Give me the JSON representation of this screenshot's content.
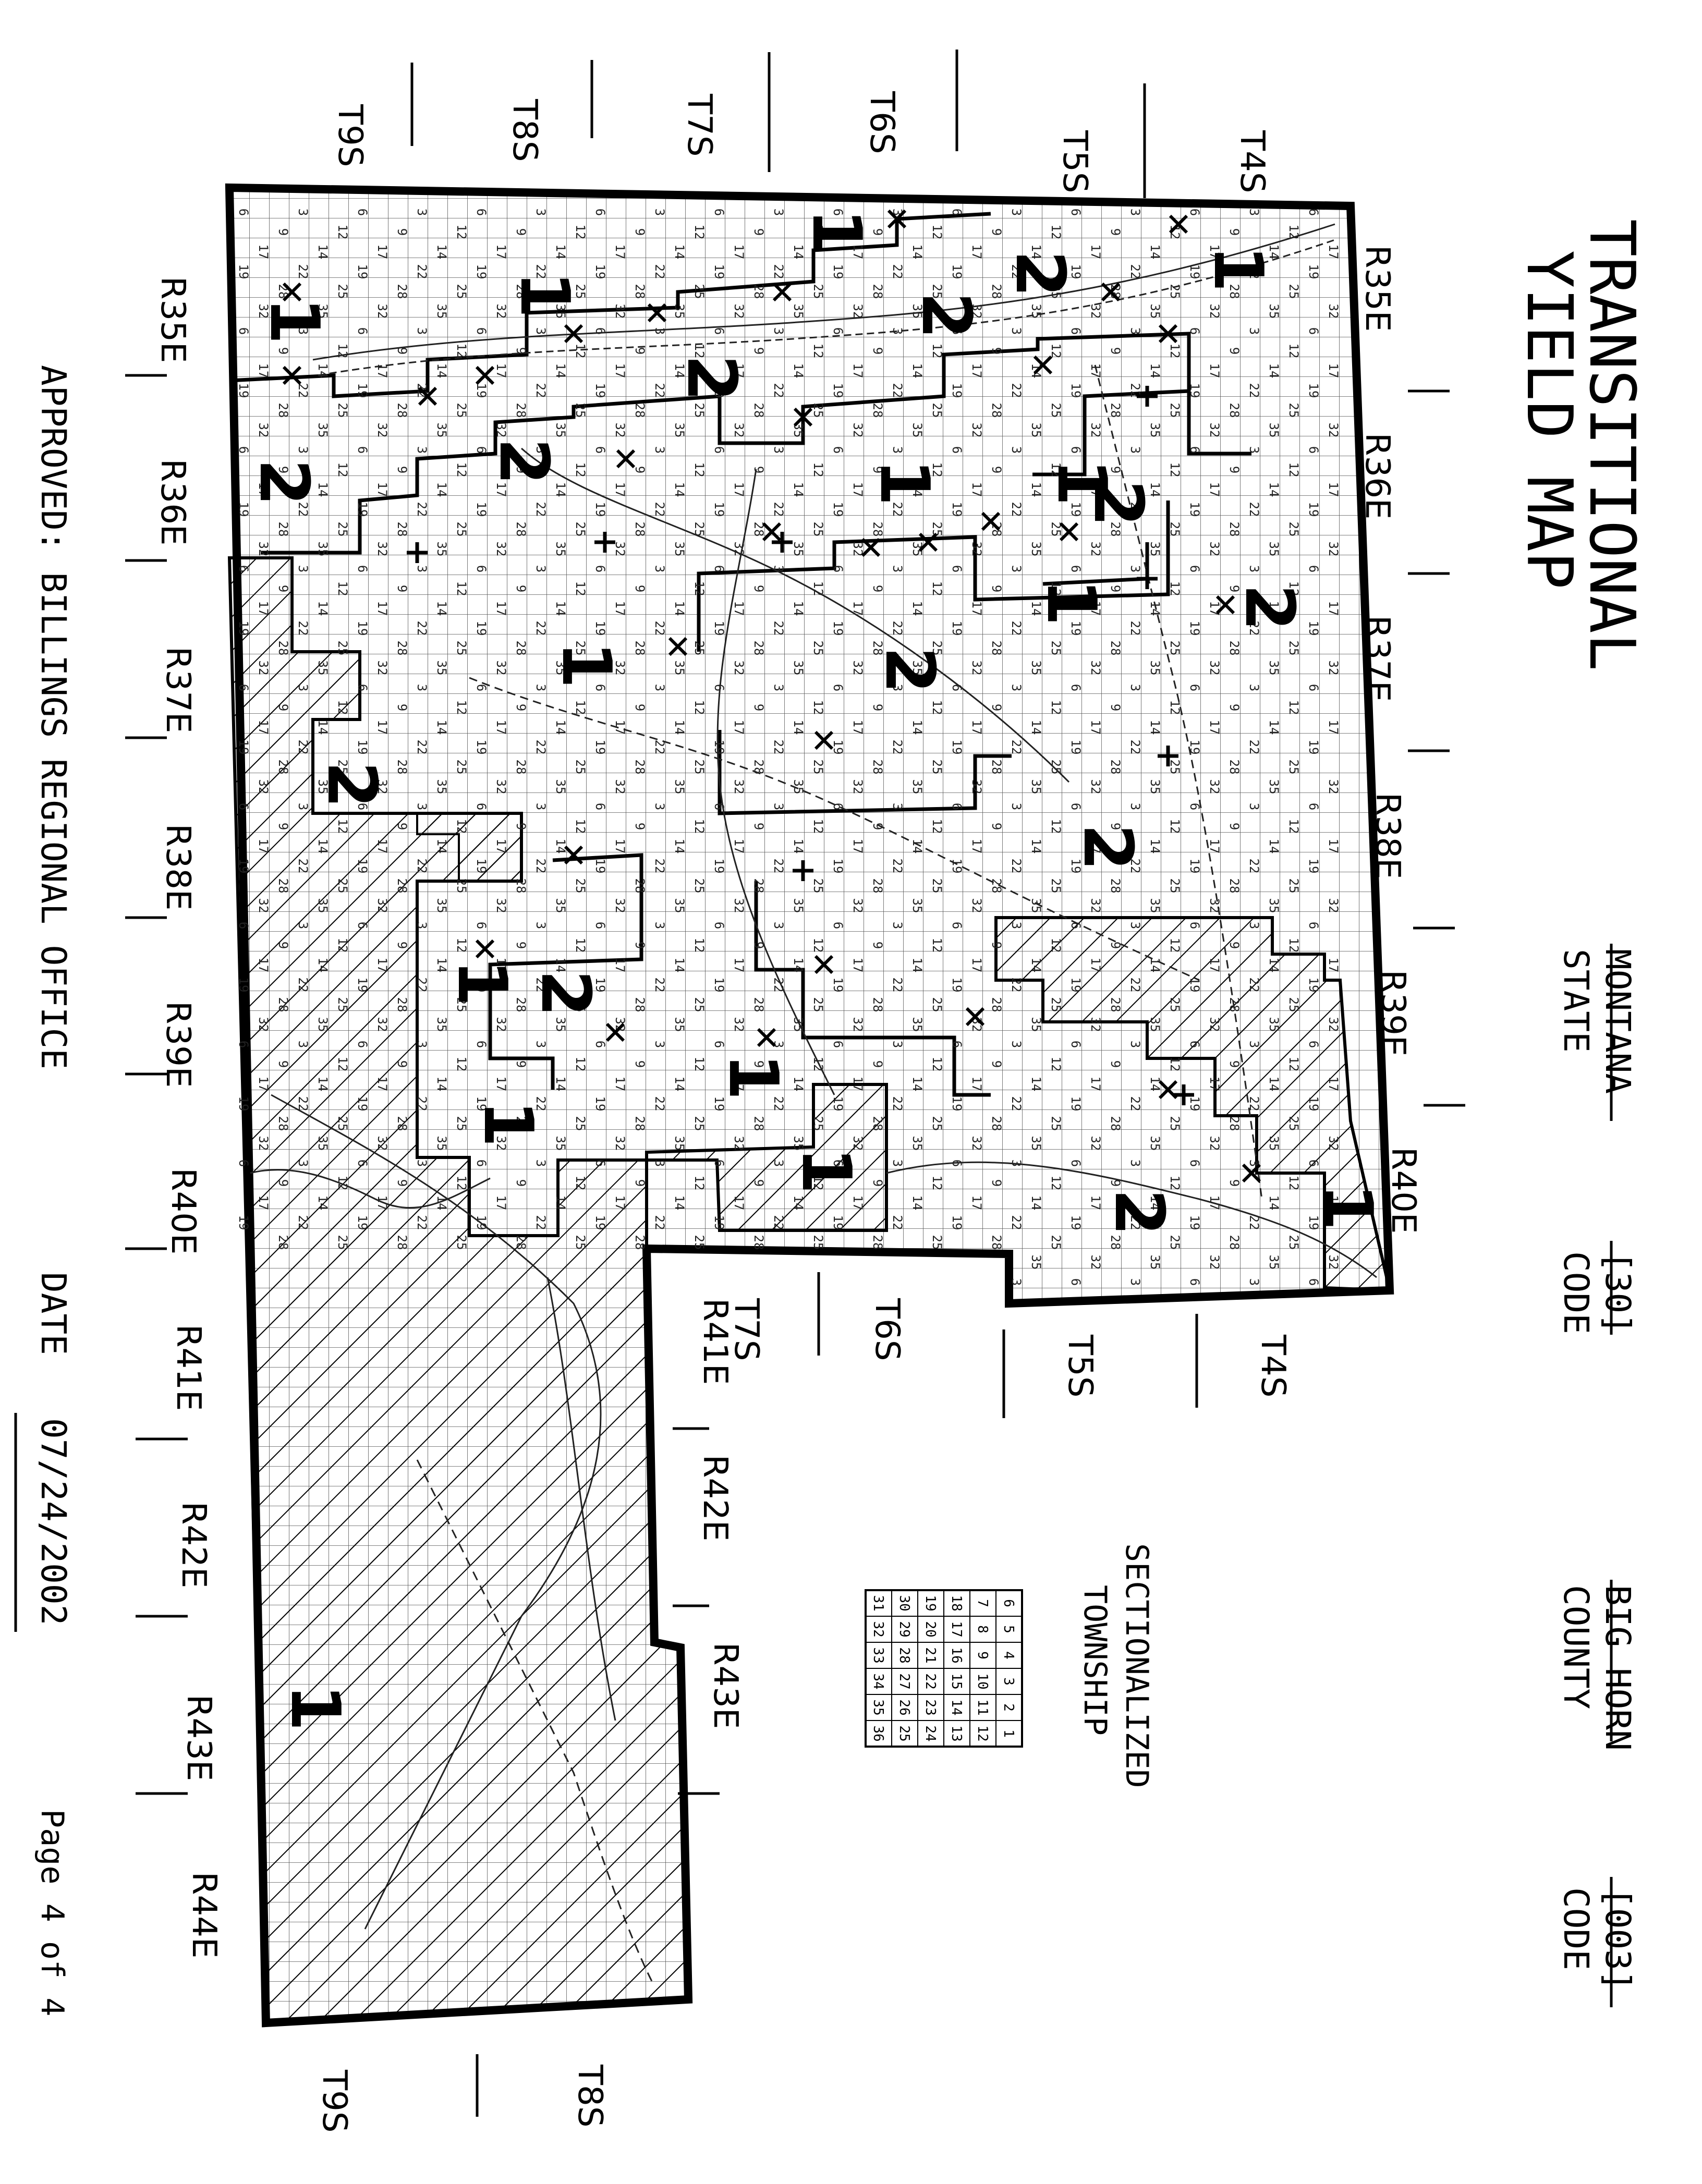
{
  "header": {
    "title_line1": "TRANSITIONAL",
    "title_line2": "YIELD MAP",
    "state_value": "MONTANA",
    "state_label": "STATE",
    "state_code_value": "[30]",
    "state_code_label": "CODE",
    "county_value": "BIG HORN",
    "county_label": "COUNTY",
    "county_code_value": "[003]",
    "county_code_label": "CODE"
  },
  "footer": {
    "approved": "APPROVED: BILLINGS REGIONAL OFFICE",
    "date_label": "DATE",
    "date_value": "07/24/2002",
    "page": "Page 4 of 4"
  },
  "legend": {
    "title_line1": "SECTIONALIZED",
    "title_line2": "TOWNSHIP",
    "rows": [
      [
        "6",
        "5",
        "4",
        "3",
        "2",
        "1"
      ],
      [
        "7",
        "8",
        "9",
        "10",
        "11",
        "12"
      ],
      [
        "18",
        "17",
        "16",
        "15",
        "14",
        "13"
      ],
      [
        "19",
        "20",
        "21",
        "22",
        "23",
        "24"
      ],
      [
        "30",
        "29",
        "28",
        "27",
        "26",
        "25"
      ],
      [
        "31",
        "32",
        "33",
        "34",
        "35",
        "36"
      ]
    ]
  },
  "labels": {
    "townships_top": [
      "T9S",
      "T8S",
      "T7S",
      "T6S",
      "T5S",
      "T4S"
    ],
    "ranges_left": [
      "R35E",
      "R36E",
      "R37E",
      "R38E",
      "R39E",
      "R40E",
      "R41E",
      "R42E",
      "R43E",
      "R44E"
    ],
    "ranges_right": [
      "R35E",
      "R36E",
      "R37E",
      "R38E",
      "R39E",
      "R40E"
    ],
    "inner_bottom": [
      "T7S",
      "R41E",
      "T6S",
      "T5S",
      "T4S",
      "R42E",
      "R43E"
    ],
    "townships_bottom": [
      "T9S",
      "T8S"
    ]
  },
  "zones": [
    {
      "text": "1"
    },
    {
      "text": "2"
    },
    {
      "text": "1"
    },
    {
      "text": "2"
    },
    {
      "text": "1"
    },
    {
      "text": "2"
    },
    {
      "text": "2"
    },
    {
      "text": "1"
    },
    {
      "text": "2"
    },
    {
      "text": "1"
    },
    {
      "text": "2"
    },
    {
      "text": "1"
    },
    {
      "text": "2"
    },
    {
      "text": "1"
    },
    {
      "text": "2"
    },
    {
      "text": "1"
    },
    {
      "text": "2"
    },
    {
      "text": "2"
    },
    {
      "text": "1"
    },
    {
      "text": "2"
    },
    {
      "text": "1"
    },
    {
      "text": "1"
    },
    {
      "text": "2"
    },
    {
      "text": "1"
    },
    {
      "text": "1"
    },
    {
      "text": "1"
    }
  ]
}
